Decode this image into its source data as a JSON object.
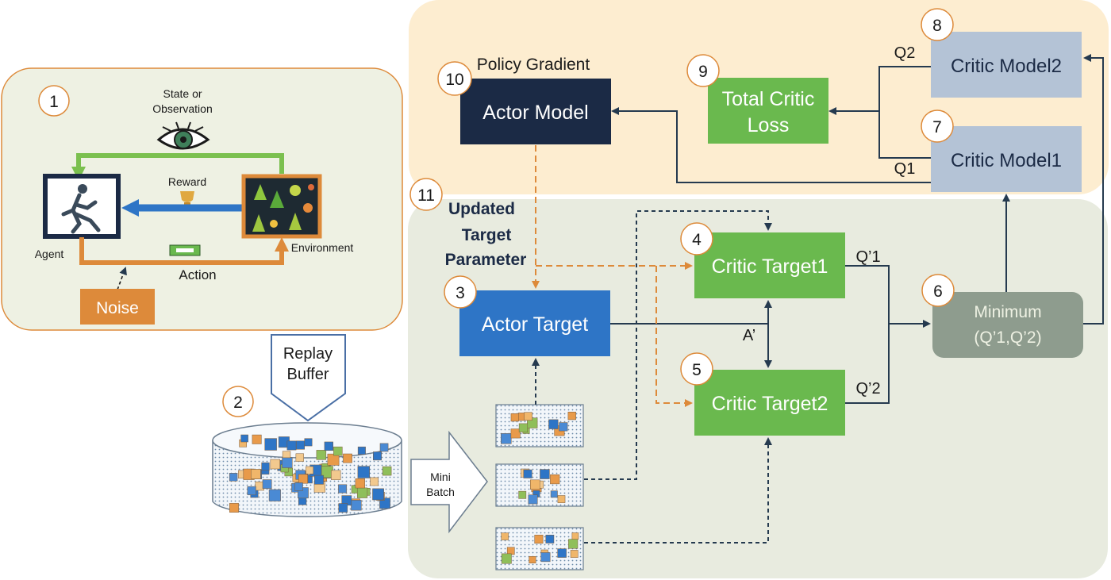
{
  "env_panel": {
    "number": "1",
    "state_label_line1": "State or",
    "state_label_line2": "Observation",
    "reward_label": "Reward",
    "agent_label": "Agent",
    "environment_label": "Environment",
    "action_label": "Action",
    "noise_label": "Noise"
  },
  "replay": {
    "label_line1": "Replay",
    "label_line2": "Buffer",
    "number": "2"
  },
  "mini_batch": {
    "label_line1": "Mini",
    "label_line2": "Batch"
  },
  "top_panel": {
    "policy_gradient": "Policy Gradient",
    "actor_model": "Actor Model",
    "actor_model_number": "10",
    "total_critic_loss_line1": "Total Critic",
    "total_critic_loss_line2": "Loss",
    "total_critic_loss_number": "9",
    "critic_model2": "Critic Model2",
    "critic_model2_number": "8",
    "critic_model1": "Critic Model1",
    "critic_model1_number": "7",
    "q2": "Q2",
    "q1": "Q1"
  },
  "bottom_panel": {
    "number": "11",
    "updated_line1": "Updated",
    "updated_line2": "Target",
    "updated_line3": "Parameter",
    "actor_target": "Actor Target",
    "actor_target_number": "3",
    "critic_target1": "Critic Target1",
    "critic_target1_number": "4",
    "critic_target2": "Critic Target2",
    "critic_target2_number": "5",
    "minimum_line1": "Minimum",
    "minimum_line2": "(Q’1,Q’2)",
    "minimum_number": "6",
    "a_prime": "A’",
    "q_prime1": "Q’1",
    "q_prime2": "Q’2"
  },
  "colors": {
    "top_panel_bg": "#fdedd0",
    "bottom_panel_bg": "#e8ebdf",
    "env_panel_bg": "#eef1e3",
    "orange": "#dd8a3a",
    "green": "#6ab94e",
    "blue": "#2e75c6",
    "navy": "#1b2a45",
    "critic_grey": "#b4c3d6",
    "minimum_grey": "#8e9c8e",
    "line": "#253a4f"
  }
}
